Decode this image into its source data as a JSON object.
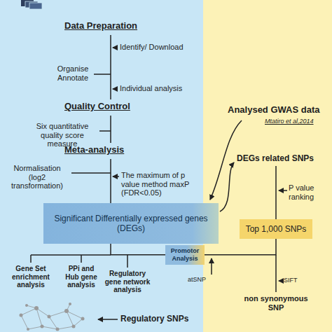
{
  "diagram": {
    "nodes": [
      {
        "text": [
          "Significant Differentially expressed genes (DEGs)"
        ]
      },
      {
        "text": [
          "Top 1,000 SNPs"
        ]
      },
      {
        "text": [
          "Promotor Analysis"
        ]
      }
    ],
    "edges": [
      {
        "from": 0,
        "to": 2,
        "arrow": "none"
      },
      {
        "from": 1,
        "to": 2,
        "arrow": "none"
      }
    ],
    "labels": [
      "Data Preparation",
      "Identify/ Download",
      "Organise Annotate",
      "Individual analysis",
      "Quality Control",
      "Six quantitative quality score measure",
      "Meta-analysis",
      "Normalisation (log2 transformation)",
      "The maximum of p value method maxP (FDR<0.05)",
      "Analysed GWAS data",
      "Mtatiro et al,2014",
      "DEGs related SNPs",
      "P value ranking",
      "Gene Set enrichment analysis",
      "PPi and Hub gene analysis",
      "Regulatory gene network analysis",
      "atSNP",
      "SIFT",
      "non synonymous SNP",
      "Regulatory SNPs"
    ]
  }
}
